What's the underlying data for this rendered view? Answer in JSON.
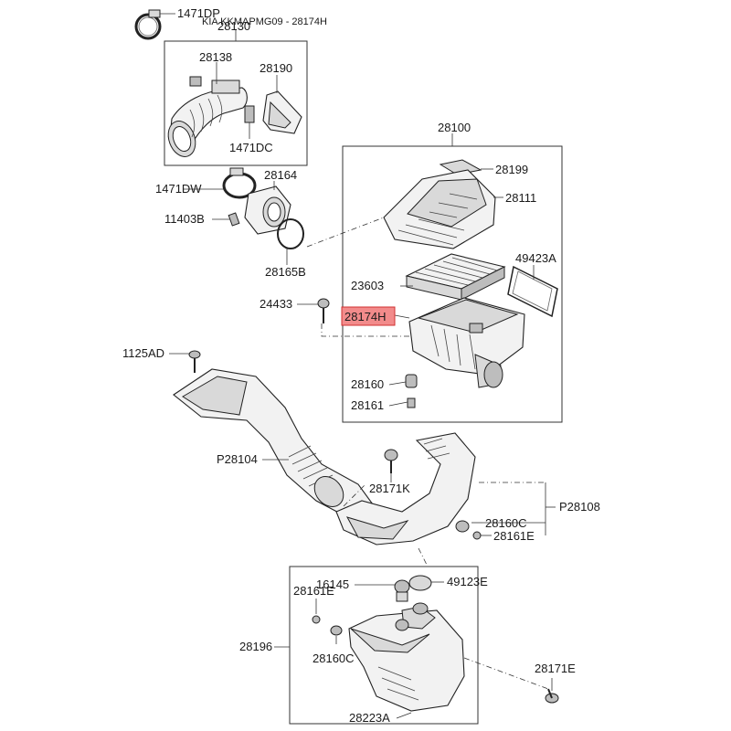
{
  "header": {
    "text": "KIA KKMAPMG09 - 28174H"
  },
  "highlight": {
    "label": "28174H",
    "color": "#f28b8b",
    "border": "#d03030"
  },
  "labels": {
    "p1471dp": "1471DP",
    "p28130": "28130",
    "p28138": "28138",
    "p28190": "28190",
    "p1471dc": "1471DC",
    "p28164": "28164",
    "p1471dw": "1471DW",
    "p11403b": "11403B",
    "p28165b": "28165B",
    "p28100": "28100",
    "p28199": "28199",
    "p28111": "28111",
    "p49423a": "49423A",
    "p23603": "23603",
    "p24433": "24433",
    "p28160": "28160",
    "p28161": "28161",
    "p1125ad": "1125AD",
    "pp28104": "P28104",
    "p28171k": "28171K",
    "pp28108": "P28108",
    "p28160c_a": "28160C",
    "p28161e_a": "28161E",
    "p28161e_b": "28161E",
    "p16145": "16145",
    "p49123e": "49123E",
    "p28196": "28196",
    "p28160c_b": "28160C",
    "p28171e": "28171E",
    "p28223a": "28223A"
  }
}
